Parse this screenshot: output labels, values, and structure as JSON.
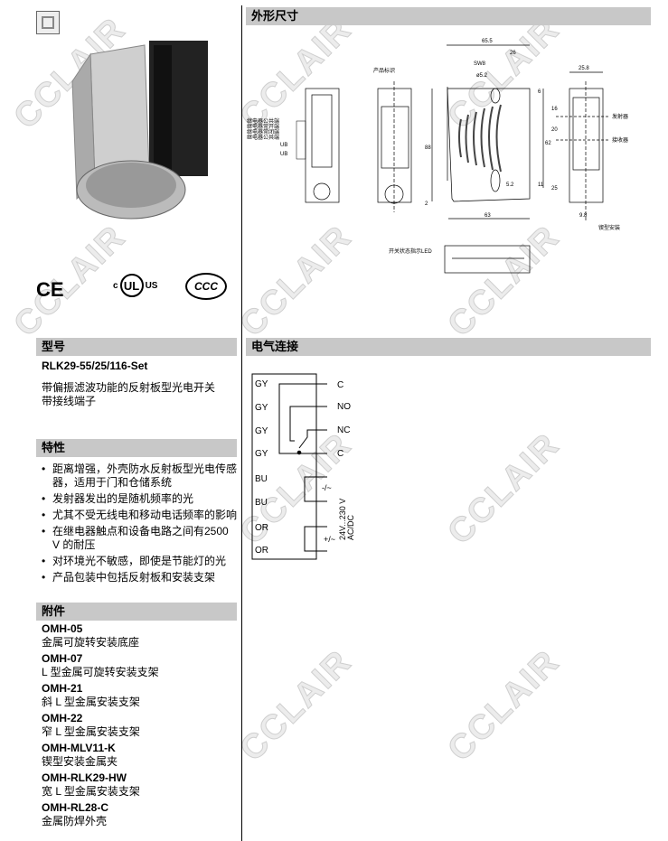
{
  "watermark": "CCLAIR",
  "sections": {
    "dimensions": "外形尺寸",
    "model": "型号",
    "electrical": "电气连接",
    "features": "特性",
    "accessories": "附件"
  },
  "model": {
    "name": "RLK29-55/25/116-Set",
    "desc": [
      "带偏振滤波功能的反射板型光电开关",
      "带接线端子"
    ]
  },
  "certs": {
    "ce": "CE",
    "ul": "UL",
    "ul_c": "c",
    "ul_us": "US",
    "ccc": "CCC"
  },
  "features": [
    "距离增强，外壳防水反射板型光电传感器，适用于门和仓储系统",
    "发射器发出的是随机频率的光",
    "尤其不受无线电和移动电话频率的影响",
    "在继电器触点和设备电路之间有2500 V 的耐压",
    "对环境光不敏感，即使是节能灯的光",
    "产品包装中包括反射板和安装支架"
  ],
  "accessories": [
    {
      "code": "OMH-05",
      "desc": "金属可旋转安装底座"
    },
    {
      "code": "OMH-07",
      "desc": "L 型金属可旋转安装支架"
    },
    {
      "code": "OMH-21",
      "desc": "斜 L 型金属安装支架"
    },
    {
      "code": "OMH-22",
      "desc": "窄 L 型金属安装支架"
    },
    {
      "code": "OMH-MLV11-K",
      "desc": "锲型安装金属夹"
    },
    {
      "code": "OMH-RLK29-HW",
      "desc": "宽 L 型金属安装支架"
    },
    {
      "code": "OMH-RL28-C",
      "desc": "金属防焊外壳"
    }
  ],
  "drawing": {
    "terminal_labels": [
      "继电器公共端",
      "继电器常开端",
      "继电器常闭端",
      "继电器公共端"
    ],
    "ub": [
      "UB",
      "UB"
    ],
    "product_label": "产品标识",
    "led_label": "开关状态指示LED",
    "emitter": "发射器",
    "receiver": "接收器",
    "dovetail": "锲型安装",
    "dims": {
      "w65": "65.5",
      "d26": "26",
      "sw": "SW8",
      "hole": "ø5.2",
      "h88": "88",
      "h62": "62",
      "d6": "6",
      "d11": "11",
      "d52": "5.2",
      "d2": "2",
      "w63": "63",
      "w258": "25.8",
      "d16": "16",
      "d20": "20",
      "d25": "25",
      "d98": "9.8"
    }
  },
  "wiring": {
    "left": [
      "GY",
      "GY",
      "GY",
      "GY",
      "BU",
      "BU",
      "OR",
      "OR"
    ],
    "right": [
      "C",
      "NO",
      "NC",
      "C"
    ],
    "pol1": "-/~",
    "pol2": "+/~",
    "supply": "24V...230 V",
    "supply2": "AC/DC"
  }
}
